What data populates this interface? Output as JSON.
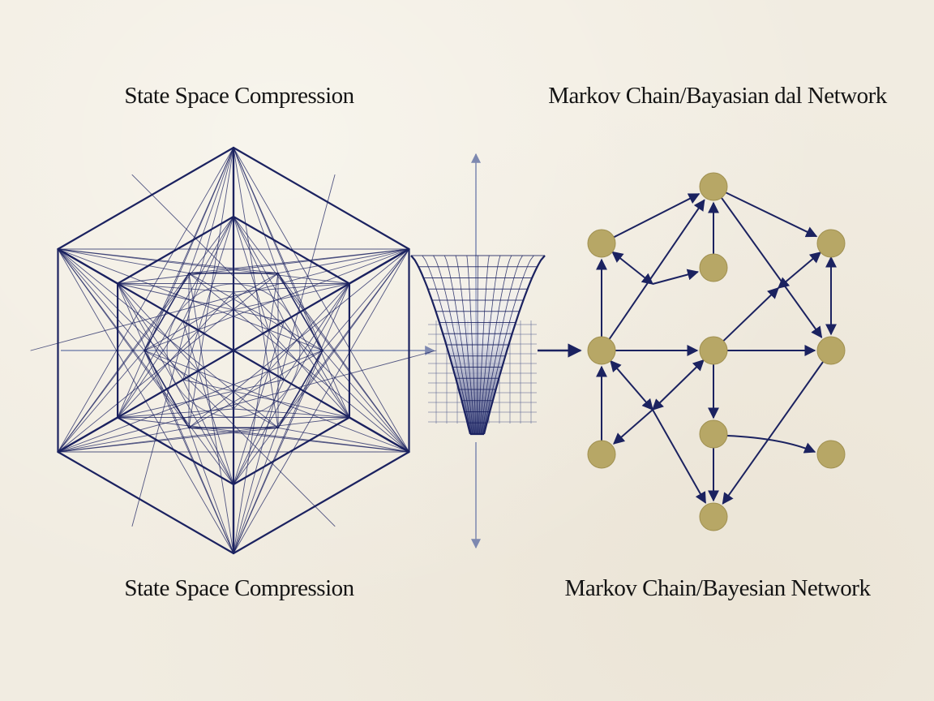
{
  "titles": {
    "left_top": "State Space Compression",
    "right_top": "Markov Chain/Bayasian dal Network",
    "left_bottom": "State Space Compression",
    "right_bottom": "Markov Chain/Bayesian Network"
  },
  "colors": {
    "ink": "#1b2260",
    "axis": "#7d88b0",
    "node_fill": "#b7a766",
    "node_edge": "#a09050",
    "background": "#f1ece1"
  },
  "network": {
    "nodes": [
      {
        "id": "top"
      },
      {
        "id": "left-upper"
      },
      {
        "id": "right-upper"
      },
      {
        "id": "center-upper"
      },
      {
        "id": "left-middle"
      },
      {
        "id": "center-middle"
      },
      {
        "id": "right-middle"
      },
      {
        "id": "center-lower"
      },
      {
        "id": "left-lower"
      },
      {
        "id": "right-lower"
      },
      {
        "id": "bottom"
      }
    ]
  }
}
